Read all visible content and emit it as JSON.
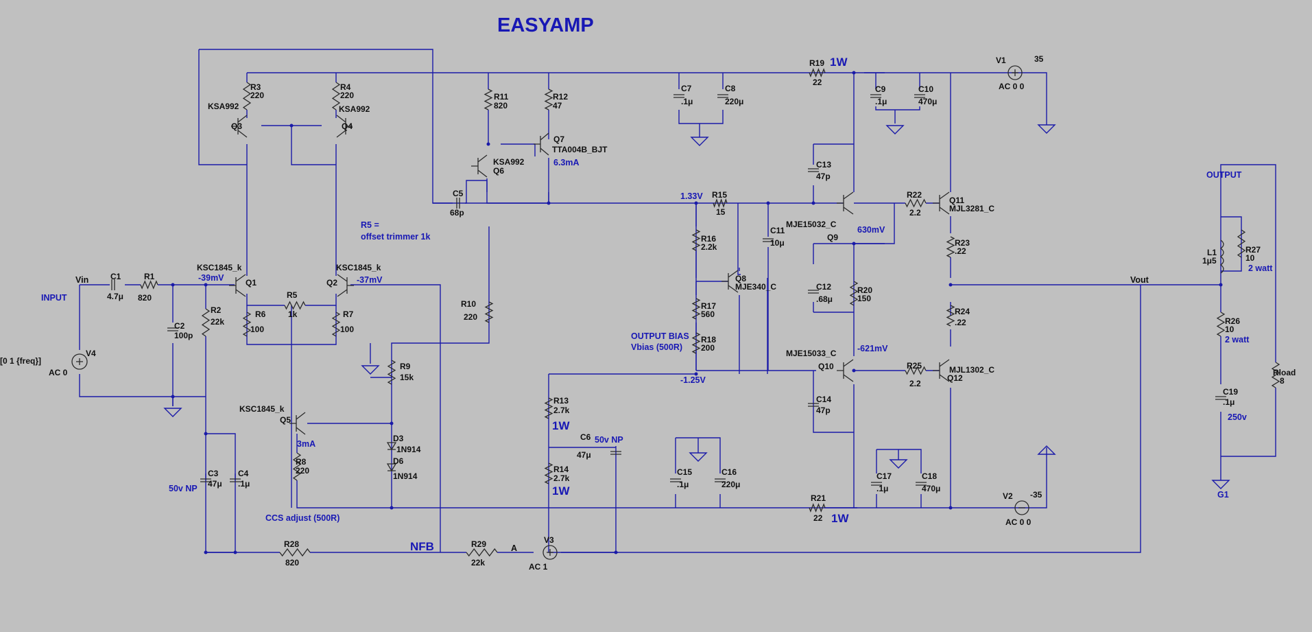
{
  "title": "EASYAMP",
  "ports": {
    "input": "INPUT",
    "output": "OUTPUT",
    "vin": "Vin",
    "vout": "Vout",
    "nfb": "NFB",
    "a": "A",
    "g1": "G1"
  },
  "notes": {
    "r5_line1": "R5 =",
    "r5_line2": "offset trimmer 1k",
    "ccs_adjust": "CCS adjust (500R)",
    "bias_line1": "OUTPUT BIAS",
    "bias_line2": "Vbias (500R)",
    "np_c3": "50v NP",
    "np_c6": "50v NP",
    "r27_watt": "2 watt",
    "r26_watt": "2 watt",
    "c19_volt": "250v",
    "w_r19": "1W",
    "w_r13": "1W",
    "w_r14": "1W",
    "w_r21": "1W"
  },
  "probes": {
    "q1": "-39mV",
    "q2": "-37mV",
    "q7": "6.3mA",
    "q5": "3mA",
    "r15": "1.33V",
    "q8": "-1.25V",
    "q9": "630mV",
    "q10": "-621mV"
  },
  "sources": {
    "v4": {
      "name": "V4",
      "spec": "[0 1 {freq}]",
      "ac": "AC 0"
    },
    "v1": {
      "name": "V1",
      "value": "35",
      "ac": "AC 0 0"
    },
    "v2": {
      "name": "V2",
      "value": "-35",
      "ac": "AC 0 0"
    },
    "v3": {
      "name": "V3",
      "ac": "AC 1"
    }
  },
  "resistors": {
    "r1": {
      "name": "R1",
      "value": "820"
    },
    "r2": {
      "name": "R2",
      "value": "22k"
    },
    "r3": {
      "name": "R3",
      "value": "220"
    },
    "r4": {
      "name": "R4",
      "value": "220"
    },
    "r5": {
      "name": "R5",
      "value": "1k"
    },
    "r6": {
      "name": "R6",
      "value": "100"
    },
    "r7": {
      "name": "R7",
      "value": "100"
    },
    "r8": {
      "name": "R8",
      "value": "220"
    },
    "r9": {
      "name": "R9",
      "value": "15k"
    },
    "r10": {
      "name": "R10",
      "value": "220"
    },
    "r11": {
      "name": "R11",
      "value": "820"
    },
    "r12": {
      "name": "R12",
      "value": "47"
    },
    "r13": {
      "name": "R13",
      "value": "2.7k"
    },
    "r14": {
      "name": "R14",
      "value": "2.7k"
    },
    "r15": {
      "name": "R15",
      "value": "15"
    },
    "r16": {
      "name": "R16",
      "value": "2.2k"
    },
    "r17": {
      "name": "R17",
      "value": "560"
    },
    "r18": {
      "name": "R18",
      "value": "200"
    },
    "r19": {
      "name": "R19",
      "value": "22"
    },
    "r20": {
      "name": "R20",
      "value": "150"
    },
    "r21": {
      "name": "R21",
      "value": "22"
    },
    "r22": {
      "name": "R22",
      "value": "2.2"
    },
    "r23": {
      "name": "R23",
      "value": ".22"
    },
    "r24": {
      "name": "R24",
      "value": ".22"
    },
    "r25": {
      "name": "R25",
      "value": "2.2"
    },
    "r26": {
      "name": "R26",
      "value": "10"
    },
    "r27": {
      "name": "R27",
      "value": "10"
    },
    "r28": {
      "name": "R28",
      "value": "820"
    },
    "r29": {
      "name": "R29",
      "value": "22k"
    },
    "rload": {
      "name": "Rload",
      "value": "8"
    }
  },
  "capacitors": {
    "c1": {
      "name": "C1",
      "value": "4.7μ"
    },
    "c2": {
      "name": "C2",
      "value": "100p"
    },
    "c3": {
      "name": "C3",
      "value": "47μ"
    },
    "c4": {
      "name": "C4",
      "value": ".1μ"
    },
    "c5": {
      "name": "C5",
      "value": "68p"
    },
    "c6": {
      "name": "C6",
      "value": "47μ"
    },
    "c7": {
      "name": "C7",
      "value": ".1μ"
    },
    "c8": {
      "name": "C8",
      "value": "220μ"
    },
    "c9": {
      "name": "C9",
      "value": ".1μ"
    },
    "c10": {
      "name": "C10",
      "value": "470μ"
    },
    "c11": {
      "name": "C11",
      "value": "10μ"
    },
    "c12": {
      "name": "C12",
      "value": ".68μ"
    },
    "c13": {
      "name": "C13",
      "value": "47p"
    },
    "c14": {
      "name": "C14",
      "value": "47p"
    },
    "c15": {
      "name": "C15",
      "value": ".1μ"
    },
    "c16": {
      "name": "C16",
      "value": "220μ"
    },
    "c17": {
      "name": "C17",
      "value": ".1μ"
    },
    "c18": {
      "name": "C18",
      "value": "470μ"
    },
    "c19": {
      "name": "C19",
      "value": ".1μ"
    }
  },
  "inductor": {
    "name": "L1",
    "value": "1μ5"
  },
  "transistors": {
    "q1": {
      "name": "Q1",
      "model": "KSC1845_k"
    },
    "q2": {
      "name": "Q2",
      "model": "KSC1845_k"
    },
    "q3": {
      "name": "Q3",
      "model": "KSA992"
    },
    "q4": {
      "name": "Q4",
      "model": "KSA992"
    },
    "q5": {
      "name": "Q5",
      "model": "KSC1845_k"
    },
    "q6": {
      "name": "Q6",
      "model": "KSA992"
    },
    "q7": {
      "name": "Q7",
      "model": "TTA004B_BJT"
    },
    "q8": {
      "name": "Q8",
      "model": "MJE340_C"
    },
    "q9": {
      "name": "Q9",
      "model": "MJE15032_C"
    },
    "q10": {
      "name": "Q10",
      "model": "MJE15033_C"
    },
    "q11": {
      "name": "Q11",
      "model": "MJL3281_C"
    },
    "q12": {
      "name": "Q12",
      "model": "MJL1302_C"
    }
  },
  "diodes": {
    "d3": {
      "name": "D3",
      "model": "1N914"
    },
    "d6": {
      "name": "D6",
      "model": "1N914"
    }
  }
}
